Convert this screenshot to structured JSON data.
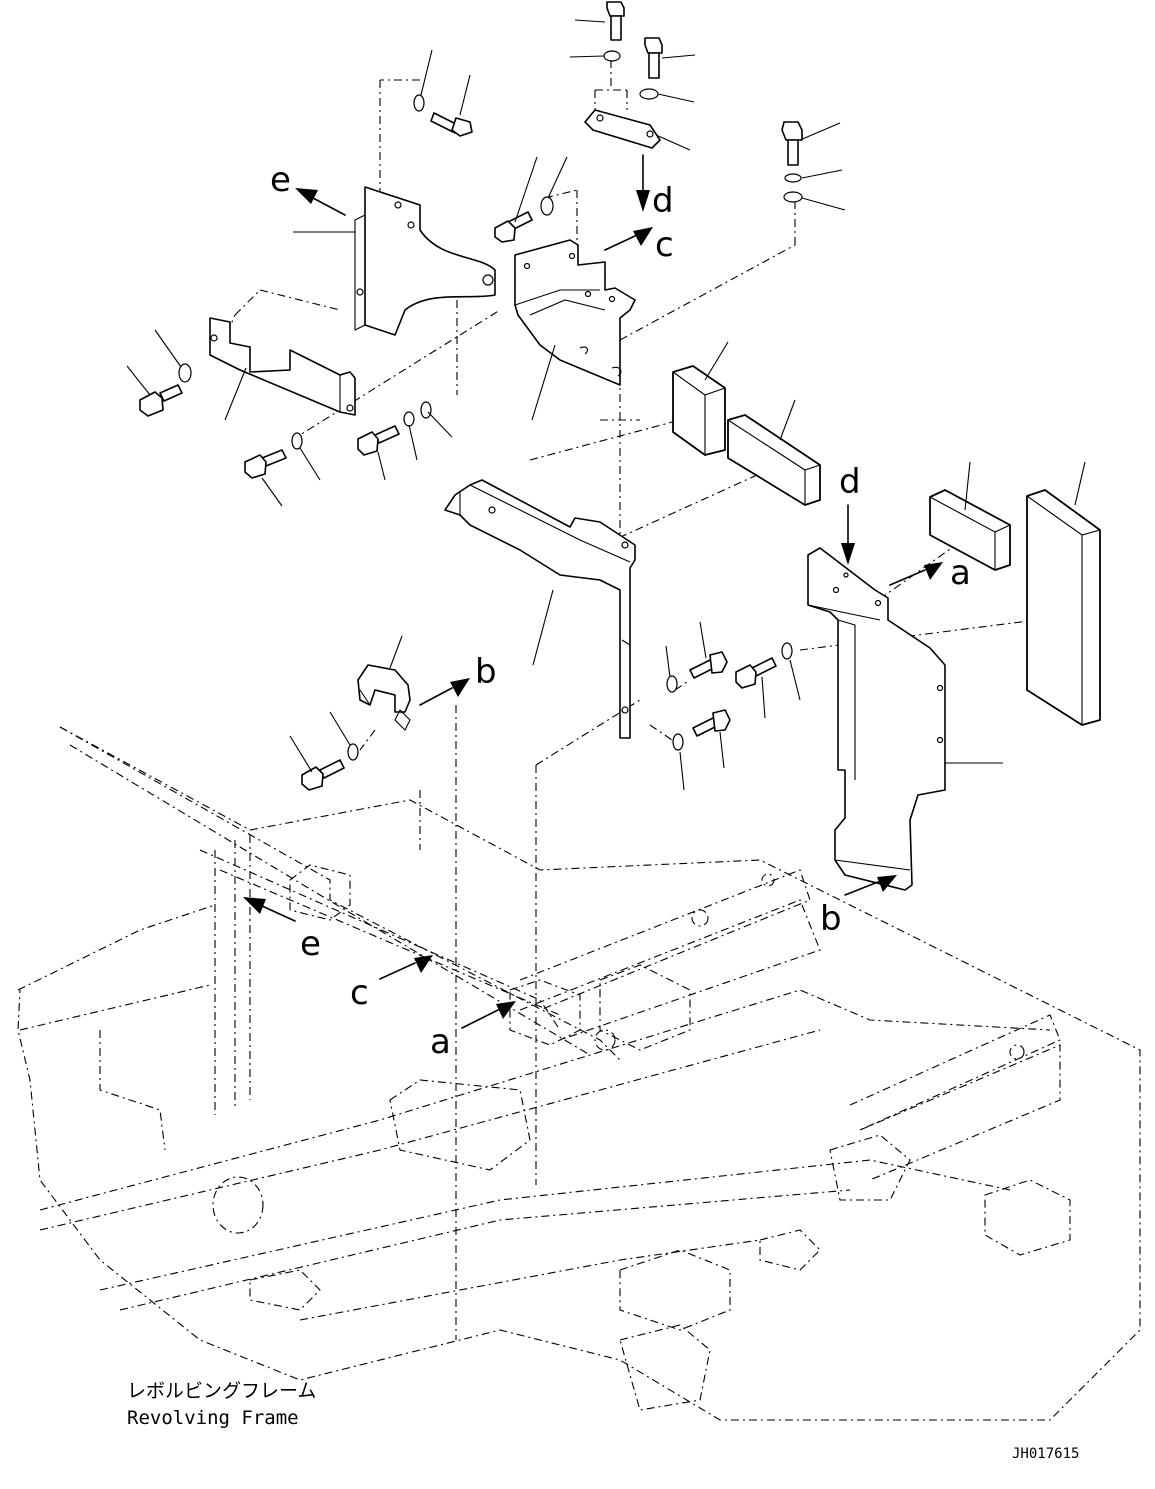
{
  "labels": {
    "a": "a",
    "b": "b",
    "c": "c",
    "d": "d",
    "e": "e"
  },
  "caption": {
    "japanese": "レボルビングフレーム",
    "english": "Revolving Frame"
  },
  "drawing_code": "JH017615"
}
